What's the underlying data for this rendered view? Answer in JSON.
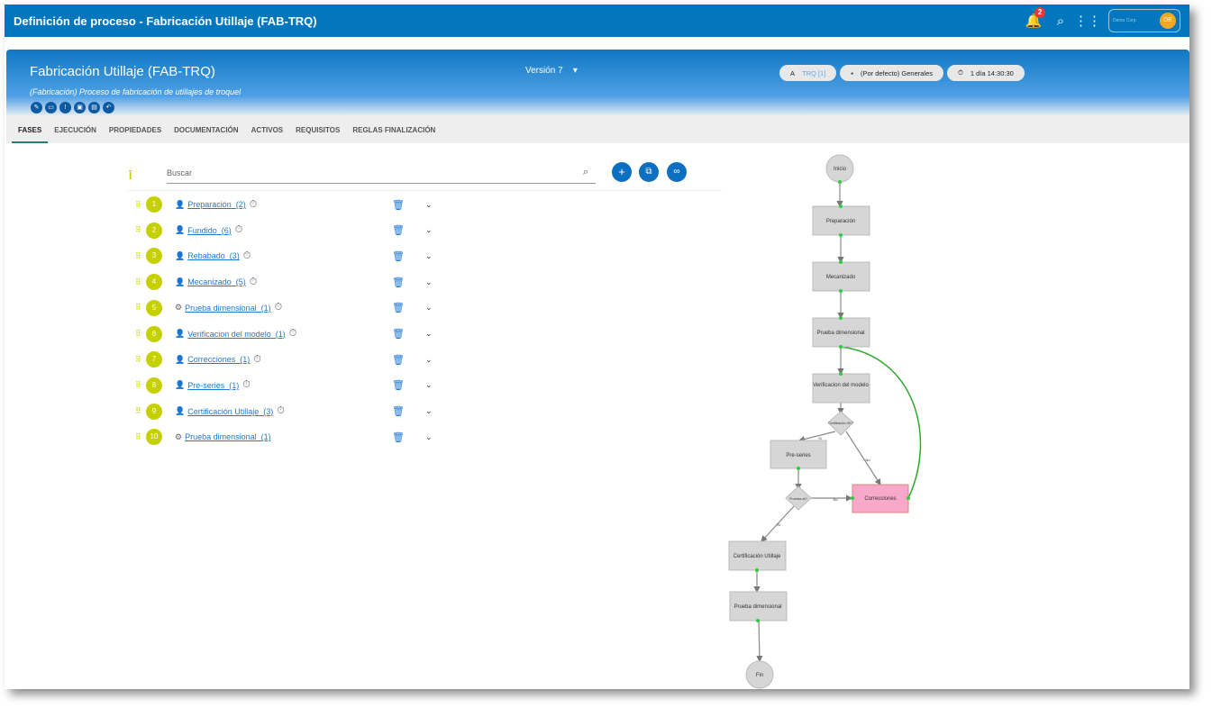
{
  "topbar": {
    "title": "Definición de proceso - Fabricación Utillaje (FAB-TRQ)",
    "notifications": "2",
    "company": "Demo Corp",
    "avatar": "DE"
  },
  "header": {
    "title": "Fabricación Utillaje (FAB-TRQ)",
    "subtitle": "(Fabricación) Proceso de fabricación de utillajes de troquel",
    "version": "Versión 7",
    "chip_a": "A",
    "chip_trq": "TRQ [1]",
    "chip_general": "(Por defecto) Generales",
    "chip_time": "1 día 14:30:30",
    "icons": [
      "edit-icon",
      "monitor-icon",
      "comment-icon",
      "id-card-icon",
      "chat-icon",
      "reply-icon"
    ]
  },
  "tabs": [
    "FASES",
    "EJECUCIÓN",
    "PROPIEDADES",
    "DOCUMENTACIÓN",
    "ACTIVOS",
    "REQUISITOS",
    "REGLAS FINALIZACIÓN"
  ],
  "search": {
    "placeholder": "Buscar"
  },
  "phases": [
    {
      "n": "1",
      "name": "Preparación",
      "count": "(2)",
      "type": "person",
      "timer": true
    },
    {
      "n": "2",
      "name": "Fundido",
      "count": "(6)",
      "type": "person",
      "timer": true
    },
    {
      "n": "3",
      "name": "Rebabado",
      "count": "(3)",
      "type": "person",
      "timer": true
    },
    {
      "n": "4",
      "name": "Mecanizado",
      "count": "(5)",
      "type": "person",
      "timer": true
    },
    {
      "n": "5",
      "name": "Prueba dimensional",
      "count": "(1)",
      "type": "machine",
      "timer": true
    },
    {
      "n": "6",
      "name": "Verificacion del modelo",
      "count": "(1)",
      "type": "person",
      "timer": true
    },
    {
      "n": "7",
      "name": "Correcciones",
      "count": "(1)",
      "type": "person",
      "timer": true
    },
    {
      "n": "8",
      "name": "Pre-series",
      "count": "(1)",
      "type": "person",
      "timer": true
    },
    {
      "n": "9",
      "name": "Certificación Utillaje",
      "count": "(3)",
      "type": "person",
      "timer": true
    },
    {
      "n": "10",
      "name": "Prueba dimensional",
      "count": "(1)",
      "type": "machine",
      "timer": false
    }
  ],
  "flow": {
    "start": "Inicio",
    "end": "Fin",
    "n1": "Preparación",
    "n2": "Mecanizado",
    "n3": "Prueba dimensional",
    "n4": "Verificacion del modelo",
    "d1": "Certificación OK?",
    "n5": "Pre-series",
    "d2": "Pruebas ok?",
    "n6": "Correcciones",
    "n7": "Certificación Utillaje",
    "n8": "Prueba dimensional",
    "si": "Si",
    "no": "No",
    "correction_color": "#f8a8c8"
  }
}
